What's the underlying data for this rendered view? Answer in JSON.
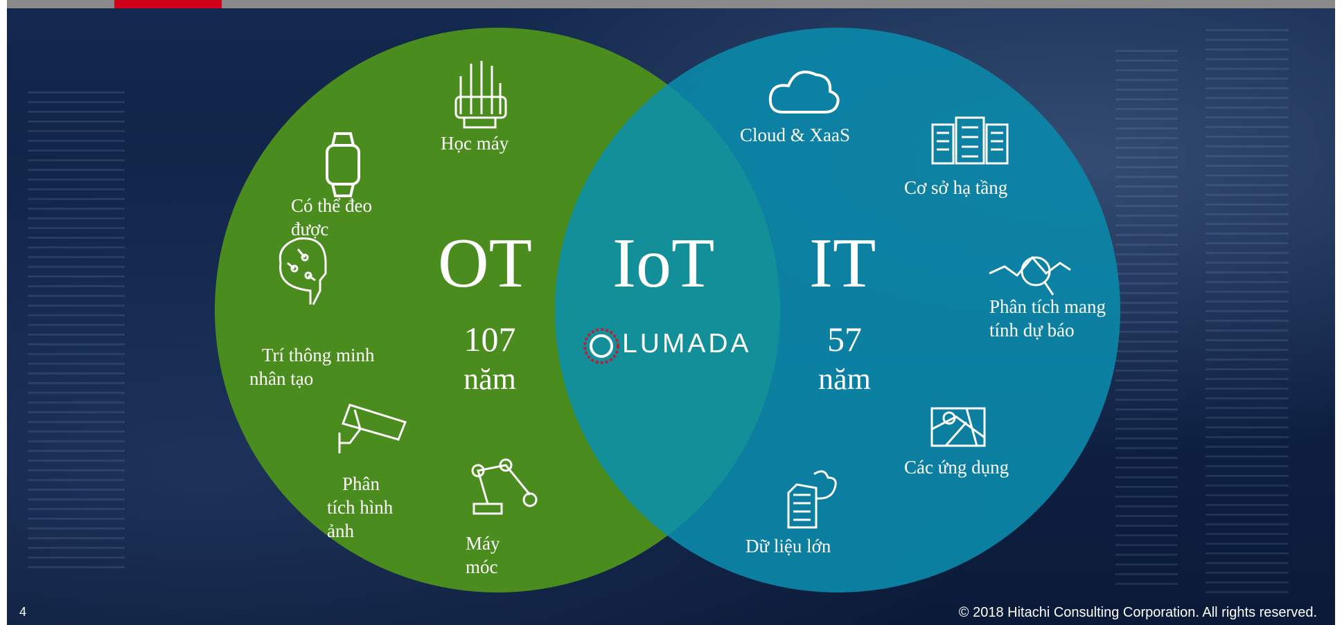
{
  "diagram": {
    "left_set": {
      "title": "OT",
      "value": "107",
      "unit": "năm",
      "color": "#4a8c1d"
    },
    "right_set": {
      "title": "IT",
      "value": "57",
      "unit": "năm",
      "color": "#0c86a8"
    },
    "intersection": {
      "title": "IoT",
      "logo_text": "LUMADA",
      "color": "#138f9a"
    },
    "left_items": [
      {
        "icon": "robot-hand-icon",
        "label": "Học máy"
      },
      {
        "icon": "smartwatch-icon",
        "label": "Có thể đeo\nđược"
      },
      {
        "icon": "ai-head-icon",
        "label": "Trí thông minh\nnhân tạo"
      },
      {
        "icon": "security-camera-icon",
        "label": "Phân\ntích hình\nảnh"
      },
      {
        "icon": "robot-arm-icon",
        "label": "Máy\nmóc"
      }
    ],
    "right_items": [
      {
        "icon": "cloud-icon",
        "label": "Cloud & XaaS"
      },
      {
        "icon": "server-racks-icon",
        "label": "Cơ sở hạ tầng"
      },
      {
        "icon": "analytics-magnifier-icon",
        "label": "Phân tích mang\ntính dự báo"
      },
      {
        "icon": "map-icon",
        "label": "Các ứng dụng"
      },
      {
        "icon": "big-data-building-icon",
        "label": "Dữ liệu lớn"
      }
    ]
  },
  "footer": {
    "page_number": "4",
    "copyright": "© 2018 Hitachi Consulting Corporation.  All rights reserved."
  }
}
